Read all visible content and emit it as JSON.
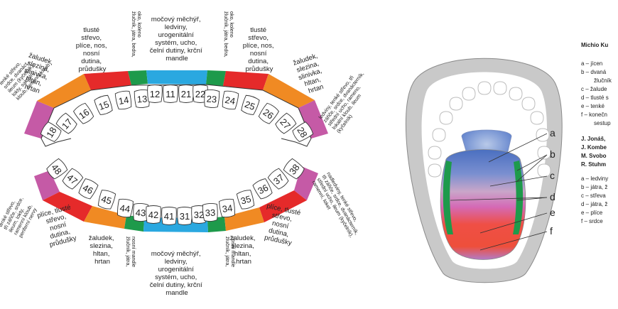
{
  "upper_arch": {
    "teeth": [
      "18",
      "17",
      "16",
      "15",
      "14",
      "13",
      "12",
      "11",
      "21",
      "22",
      "23",
      "24",
      "25",
      "26",
      "27",
      "28"
    ],
    "top_center": [
      "močový měchýř,",
      "ledviny,",
      "urogenitální",
      "systém, ucho,",
      "čelní dutiny, krční",
      "mandle"
    ],
    "top_left_red": [
      "tlusté",
      "střevo,",
      "plíce, nos,",
      "nosní",
      "dutina,",
      "průdušky"
    ],
    "top_right_red": [
      "tlusté",
      "střevo,",
      "plíce, nos,",
      "nosní",
      "dutina,",
      "průdušky"
    ],
    "top_left_orange": [
      "žaludek,",
      "slezina,",
      "slinivka,",
      "hltan,",
      "hrtan"
    ],
    "top_right_orange": [
      "žaludek,",
      "slezina,",
      "slinivka,",
      "hltan,",
      "hrtan"
    ],
    "top_left_green": [
      "žlučník, játra, bedra,",
      "oko, koleno"
    ],
    "top_right_green": [
      "žlučník, játra, bedra,",
      "oko, koleno"
    ],
    "top_left_purple": [
      "tenké střevo,",
      "srdce, dvanáct.,",
      "ileum (kyčelník),",
      "lokty, sakrální",
      "kloub, ramenní kloub"
    ],
    "top_right_purple": [
      "ledviny, tenké střevo, tři",
      "zářiče, srdce, dvanácterník,",
      "střední ucho, rameno,",
      "lokalní kloub, ileum",
      "(kyčelník)"
    ]
  },
  "lower_arch": {
    "teeth": [
      "48",
      "47",
      "46",
      "45",
      "44",
      "43",
      "42",
      "41",
      "31",
      "32",
      "33",
      "34",
      "35",
      "36",
      "37",
      "38"
    ],
    "bottom_center": [
      "močový měchýř,",
      "ledviny,",
      "urogenitální",
      "systém, ucho,",
      "čelní dutiny, krční",
      "mandle"
    ],
    "bottom_left_red": [
      "plíce, tlusté",
      "střevo,",
      "nosní",
      "dutina,",
      "průdušky"
    ],
    "bottom_right_red": [
      "plíce, tlusté",
      "střevo,",
      "nosní",
      "dutina,",
      "průdušky"
    ],
    "bottom_left_orange": [
      "žaludek,",
      "slezina,",
      "hltan,",
      "hrtan"
    ],
    "bottom_right_orange": [
      "žaludek,",
      "slezina,",
      "hltan,",
      "hrtan"
    ],
    "bottom_left_green": [
      "žlučník, játra,",
      "nosní mandle"
    ],
    "bottom_right_green": [
      "žlučník, játra,",
      "nosní mandle"
    ],
    "bottom_left_purple": [
      "tenké střevo,",
      "tři zářiče, srdce,",
      "ileum, lokty,",
      "ramenní kloub,",
      "periferní nervy"
    ],
    "bottom_right_purple": [
      "nadledviny, tenké střevo,",
      "tři zářiče, srdce, dvanácterník,",
      "střední ucho, ileum (kyčelník),",
      "ramenní, loket"
    ]
  },
  "tongue": {
    "labels": [
      "a",
      "b",
      "c",
      "d",
      "e",
      "f"
    ]
  },
  "colors": {
    "purple": "#c55aa6",
    "orange": "#f08a23",
    "red": "#e52a2a",
    "green": "#1e9a4b",
    "blue": "#2aa8e0"
  },
  "legend": {
    "title": "Michio Ku",
    "list1": [
      "a – jícen",
      "b – dvaná",
      "žlučník",
      "c – žalude",
      "d – tlusté s",
      "e – tenké",
      "f – konečn",
      "sestup"
    ],
    "authors": [
      "J. Jonáš,",
      "J. Kombe",
      "M. Svobo",
      "R. Stuhm"
    ],
    "list2": [
      "a – ledviny",
      "b – játra, ž",
      "c – střeva",
      "d – játra, ž",
      "e – plíce",
      "f – srdce"
    ]
  }
}
